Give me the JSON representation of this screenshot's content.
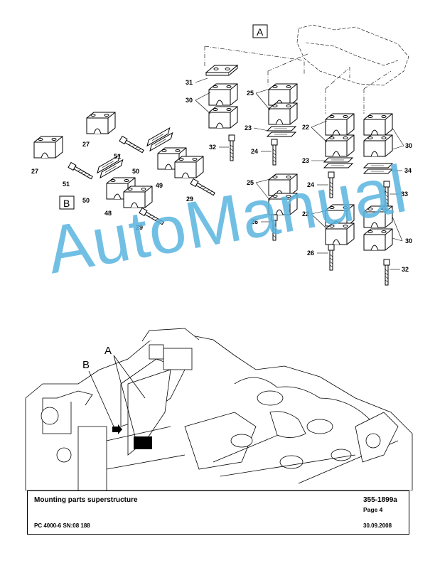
{
  "drawing": {
    "detail_labels": [
      "A",
      "B"
    ],
    "part_numbers": [
      "31",
      "30",
      "25",
      "23",
      "24",
      "25",
      "26",
      "22",
      "23",
      "24",
      "22",
      "26",
      "30",
      "34",
      "33",
      "30",
      "32",
      "32",
      "27",
      "27",
      "51",
      "51",
      "50",
      "50",
      "49",
      "48",
      "29",
      "29"
    ]
  },
  "watermark": "AutoManual",
  "footer": {
    "title": "Mounting parts superstructure",
    "doc_code": "355-1899a",
    "page": "Page 4",
    "model": "PC 4000-6 SN:08 188",
    "date": "30.09.2008"
  }
}
